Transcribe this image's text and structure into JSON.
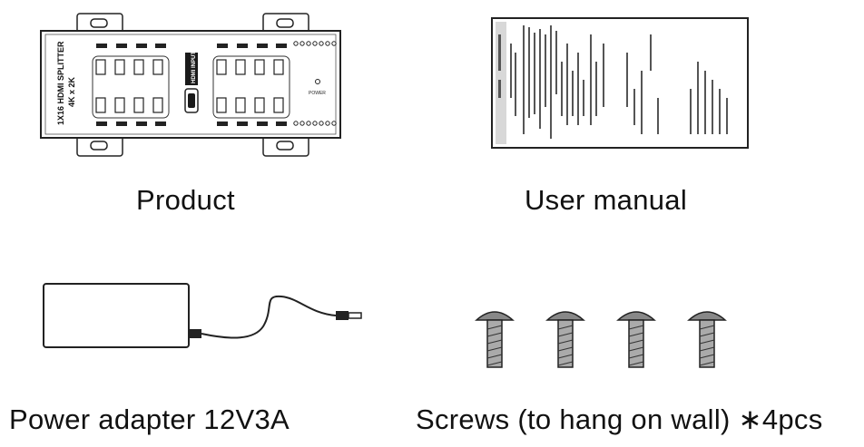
{
  "product": {
    "caption": "Product",
    "title_line1": "1X16 HDMI SPLITTER",
    "title_line2": "4K x 2K",
    "input_label": "HDMI INPUT",
    "power_label": "POWER"
  },
  "manual": {
    "caption": "User manual"
  },
  "adapter": {
    "caption": "Power adapter  12V3A"
  },
  "screws": {
    "caption": "Screws (to hang on wall) ∗4pcs",
    "count": 4
  }
}
